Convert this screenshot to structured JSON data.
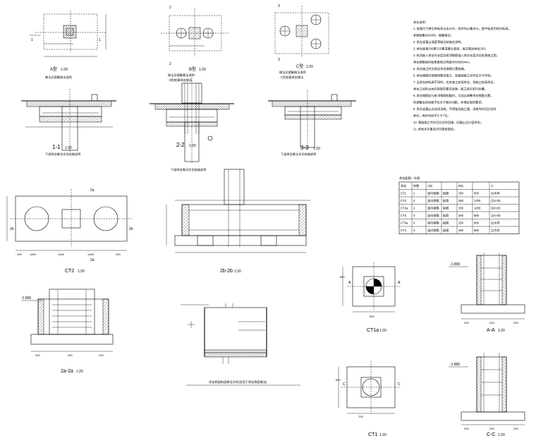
{
  "views": {
    "A_plan": {
      "title": "A型",
      "scale": "1:20",
      "note": "做法见图集做法说明"
    },
    "B_plan": {
      "title": "B型",
      "scale": "1:20",
      "note1": "做法见图集做法说明",
      "note2": "B型桩基承台做法"
    },
    "C_plan": {
      "title": "C型",
      "scale": "1:20",
      "note1": "做法见图集做法说明",
      "note2": "C型桩基承台做法"
    },
    "sec_1_1": {
      "title": "1-1",
      "scale": "1:20",
      "note": "下部承台做法详见结施说明"
    },
    "sec_2_2": {
      "title": "2-2",
      "scale": "1:20",
      "note": "下部承台做法详见结施说明"
    },
    "sec_3_3": {
      "title": "3-3",
      "scale": "1:20",
      "note": "下部承台做法详见结施说明"
    },
    "ct2_plan": {
      "title": "CT2",
      "scale": "1:20",
      "cut_top": "2a",
      "cut_bottom": "2a",
      "cut_left": "2b",
      "cut_right": "2b",
      "dims": [
        "200",
        "1450",
        "1450",
        "1450",
        "200"
      ]
    },
    "sec_2b_2b": {
      "title": "2b-2b",
      "scale": "1:20"
    },
    "sec_2a_2a": {
      "title": "2a-2a",
      "scale": "1:20",
      "dims": [
        "200",
        "200",
        "200"
      ],
      "elev": "-1.800"
    },
    "wall_detail": {
      "title": "承台侧面构造做法大样(适用于承台侧面做法)"
    },
    "ct1a": {
      "title": "CT1a",
      "scale": "1:20",
      "cut": "A",
      "dims": [
        "600",
        "600"
      ]
    },
    "ct1c": {
      "title": "CT1",
      "scale": "1:20",
      "cut": "C",
      "dims": [
        "600",
        "700"
      ]
    },
    "sec_a_a": {
      "title": "A-A",
      "scale": "1:20",
      "elev": "-1.800",
      "dims": [
        "200",
        "200",
        "200"
      ]
    },
    "sec_c_c": {
      "title": "C-C",
      "scale": "1:20",
      "elev": "-1.800",
      "dims": [
        "200",
        "200",
        "200"
      ]
    }
  },
  "notes": {
    "heading": "承台说明:",
    "lines": [
      "1. 本图尺寸单位除标高以米计外，其余均以毫米计，图中标高为相对标高。",
      "   参照图集03G409、图集做法。",
      "2. 承台混凝土强度等级见结施总说明。",
      "3. 承台底做100厚C15素混凝土垫层，每边宽出承台100。",
      "4. 桩顶嵌入承台内长度及桩顶钢筋锚入承台长度详见桩基施工图，",
      "   承台钢筋保护层厚度除注明者外均为50mm。",
      "5. 承台施工时应保证承台钢筋位置准确。",
      "6. 承台钢筋应按图纸要求施工，桩基础施工完毕后方可开挖。",
      "7. 当承台底标高不同时，应先施工较低承台，再施工较高承台，",
      "   承台之间的土体应按规范要求处理，施工前应进行验槽。",
      "8. 承台钢筋若与桩顶钢筋相碰时，可适当调整承台钢筋位置，",
      "   但调整后的间距不应大于图示间距，并满足规范要求。",
      "9. 承台混凝土应连续浇筑，不得留设施工缝，浇筑完毕后应及时",
      "   养护，养护时间不少于7天。",
      "10. 基础施工完毕后应及时回填，回填土应分层夯实。",
      "11. 其他未尽事宜详见国家规范。"
    ]
  },
  "table": {
    "title": "承台配筋一览表",
    "headers": [
      "承台",
      "桩数",
      "A向",
      "",
      "B向",
      "",
      "①"
    ],
    "rows": [
      [
        "CT1",
        "1",
        "竖向钢筋",
        "板筋",
        "250",
        "800",
        "见大样"
      ],
      [
        "CT2",
        "2",
        "竖向钢筋",
        "板筋",
        "250",
        "1200",
        "见4×25"
      ],
      [
        "CT2a",
        "2",
        "竖向钢筋",
        "板筋",
        "250",
        "1200",
        "见4×25"
      ],
      [
        "CT3",
        "3",
        "竖向钢筋",
        "板筋",
        "250",
        "800",
        "见4×25"
      ],
      [
        "CT3a",
        "3",
        "竖向钢筋",
        "板筋",
        "250",
        "800",
        "见大样"
      ],
      [
        "CT4",
        "4",
        "竖向钢筋",
        "板筋",
        "250",
        "800",
        "见大样"
      ]
    ]
  }
}
